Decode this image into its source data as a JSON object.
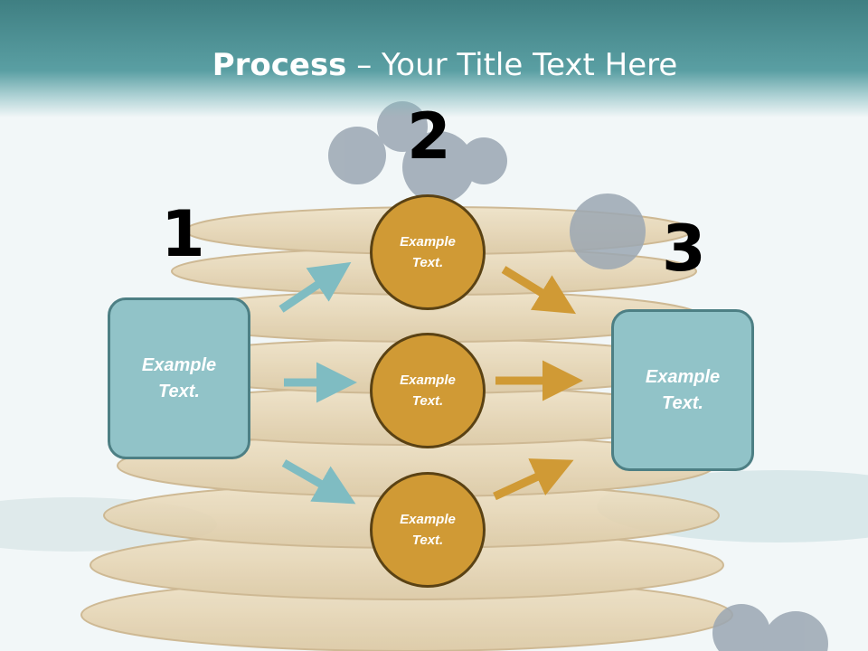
{
  "title": {
    "bold": "Process",
    "rest": " – Your Title Text Here"
  },
  "steps": {
    "one": "1",
    "two": "2",
    "three": "3"
  },
  "left_box": {
    "text": "Example\nText."
  },
  "circles": [
    {
      "text": "Example\nText."
    },
    {
      "text": "Example\nText."
    },
    {
      "text": "Example\nText."
    }
  ],
  "right_box": {
    "text": "Example\nText."
  },
  "colors": {
    "header": "#4a8d90",
    "box_fill": "#91c3c8",
    "box_border": "#4d7f84",
    "circle_fill": "#d09a35",
    "circle_border": "#5a4214",
    "arrow_teal": "#7fbcc2",
    "arrow_gold": "#d09a35"
  }
}
